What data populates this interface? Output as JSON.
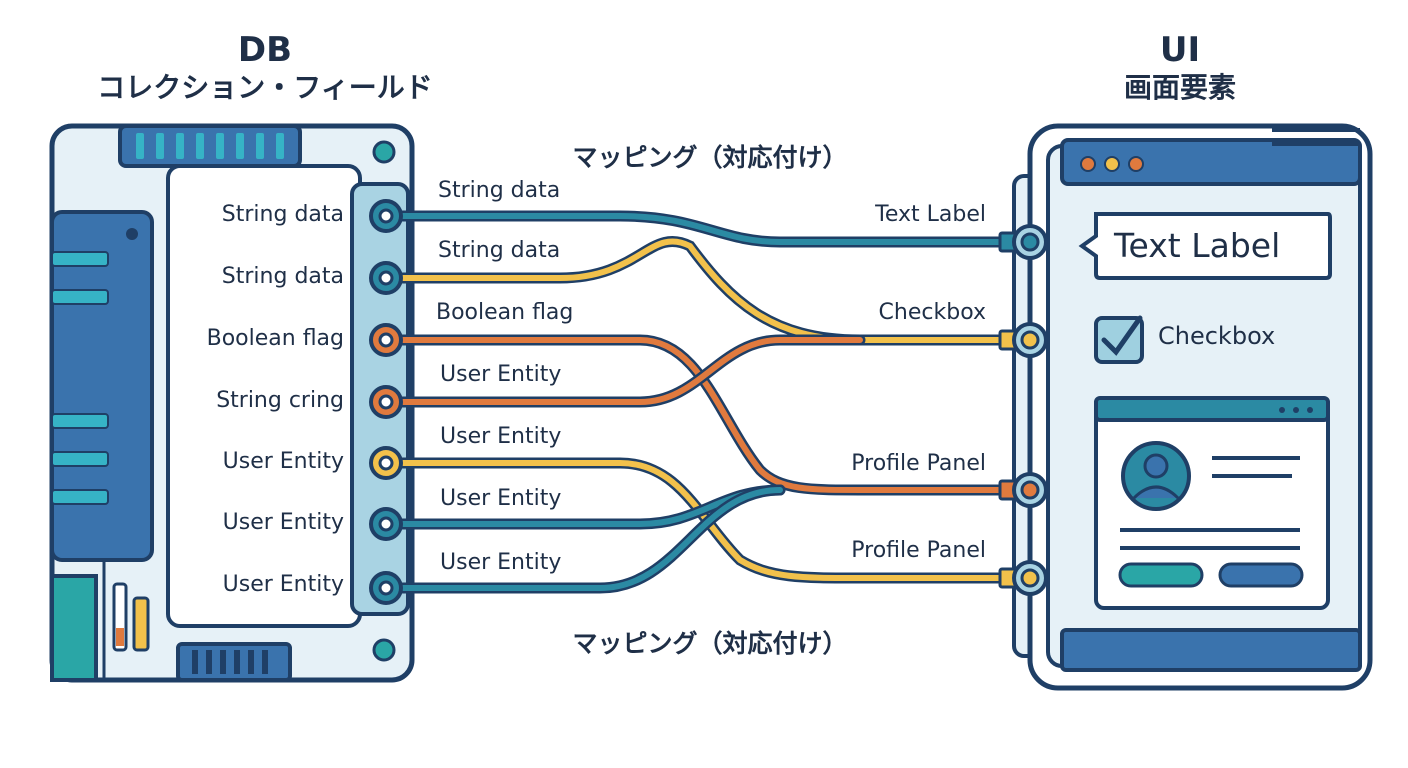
{
  "db": {
    "title": "DB",
    "subtitle": "コレクション・フィールド"
  },
  "ui": {
    "title": "UI",
    "subtitle": "画面要素"
  },
  "mapping": {
    "top_caption": "マッピング（対応付け）",
    "bottom_caption": "マッピング（対応付け）"
  },
  "db_fields": [
    {
      "label": "String data",
      "color": "#2b8aa3"
    },
    {
      "label": "String data",
      "color": "#2b8aa3"
    },
    {
      "label": "Boolean flag",
      "color": "#e07a3e"
    },
    {
      "label": "String cring",
      "color": "#e07a3e"
    },
    {
      "label": "User Entity",
      "color": "#f2c14b"
    },
    {
      "label": "User Entity",
      "color": "#2b8aa3"
    },
    {
      "label": "User Entity",
      "color": "#2b8aa3"
    }
  ],
  "wire_labels": [
    "String data",
    "String data",
    "Boolean flag",
    "User Entity",
    "User Entity",
    "User Entity",
    "User Entity"
  ],
  "ui_ports": [
    {
      "label": "Text Label",
      "color": "#2b8aa3"
    },
    {
      "label": "Checkbox",
      "color": "#f2c14b"
    },
    {
      "label": "Profile Panel",
      "color": "#e07a3e"
    },
    {
      "label": "Profile Panel",
      "color": "#f2c14b"
    }
  ],
  "ui_window": {
    "text_label": "Text Label",
    "checkbox_label": "Checkbox",
    "checkbox_checked": true
  },
  "colors": {
    "navy": "#1f3f66",
    "blue": "#3a73ad",
    "teal": "#2b8aa3",
    "orange": "#e07a3e",
    "yellow": "#f2c14b",
    "light_panel": "#e6f1f7"
  }
}
